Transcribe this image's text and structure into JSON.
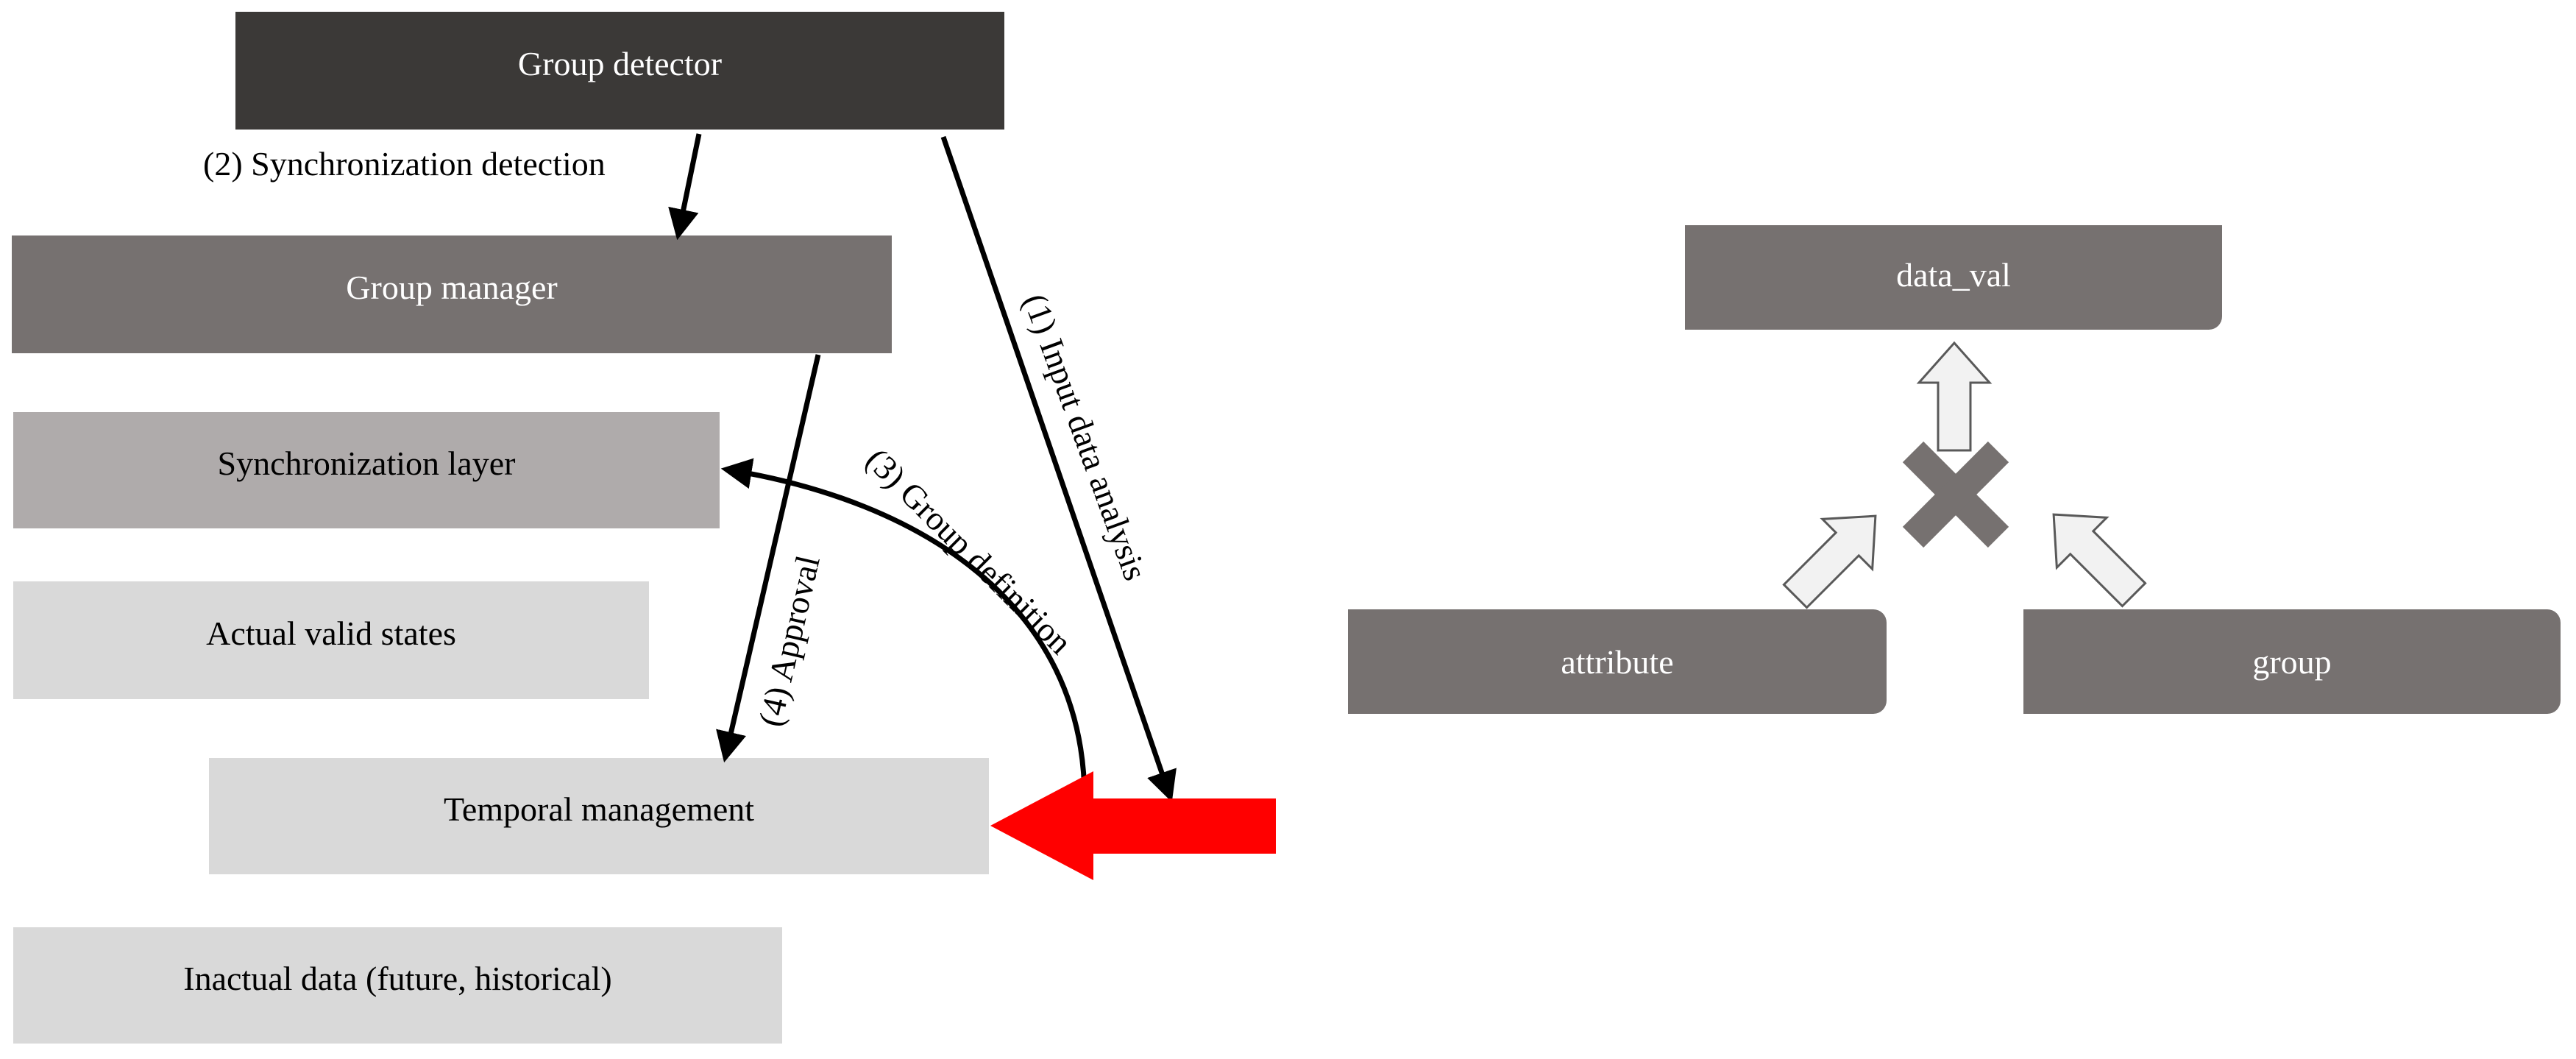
{
  "left_diagram": {
    "group_detector": "Group detector",
    "group_manager": "Group manager",
    "synchronization_layer": "Synchronization layer",
    "actual_valid_states": "Actual valid states",
    "temporal_management": "Temporal management",
    "inactual_data": "Inactual data (future, historical)",
    "edges": {
      "input_data_analysis": "(1) Input data analysis",
      "synchronization_detection": "(2) Synchronization detection",
      "group_definition": "(3) Group definition",
      "approval": "(4) Approval"
    }
  },
  "right_diagram": {
    "data_val": "data_val",
    "attribute": "attribute",
    "group": "group"
  },
  "colors": {
    "dark": "#3b3937",
    "medium": "#767170",
    "light": "#afabab",
    "pale": "#d9d9d9",
    "red_arrow": "#ff0000"
  }
}
